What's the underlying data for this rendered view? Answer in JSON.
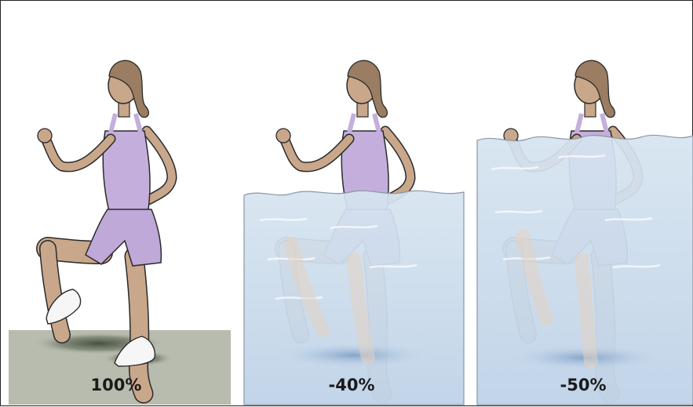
{
  "panels": [
    {
      "label": "100%",
      "environment": "ground"
    },
    {
      "label": "-40%",
      "environment": "water"
    },
    {
      "label": "-50%",
      "environment": "water"
    }
  ],
  "colors": {
    "skin": "#c9a78b",
    "skin_submerged": "#e3d2c2",
    "hair": "#9a7d62",
    "tank_top": "#c4afdc",
    "shorts": "#bfa9d8",
    "shoes": "#f6f6f6",
    "ground": "#b7bcae",
    "water": "#cfe0ef",
    "outline": "#2a2a2a"
  },
  "icons": [
    "woman-marching-figure",
    "ground-shadow",
    "water-surface"
  ]
}
